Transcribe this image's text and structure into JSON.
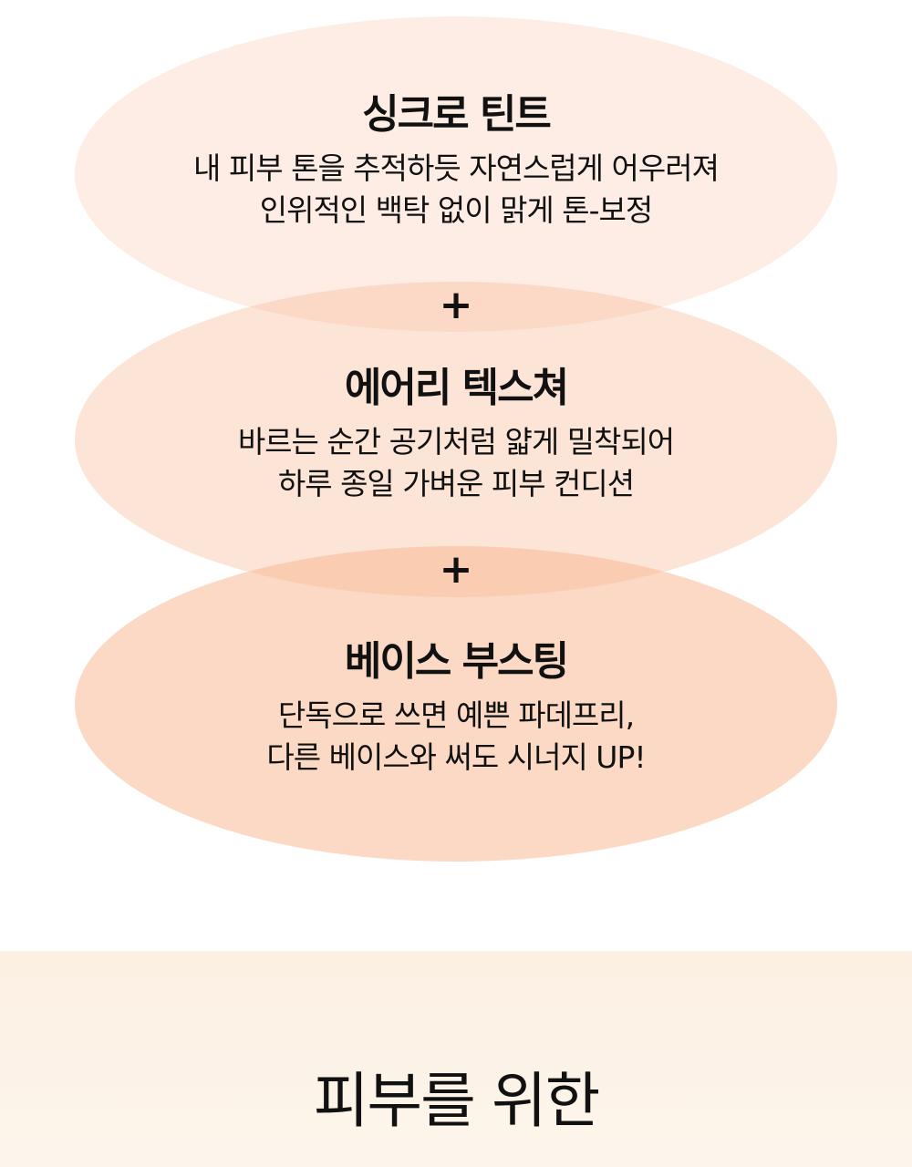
{
  "features": [
    {
      "title": "싱크로 틴트",
      "lines": [
        "내 피부 톤을 추적하듯 자연스럽게 어우러져",
        "인위적인 백탁 없이 맑게 톤-보정"
      ]
    },
    {
      "title": "에어리 텍스쳐",
      "lines": [
        "바르는 순간 공기처럼 얇게 밀착되어",
        "하루 종일 가벼운 피부 컨디션"
      ]
    },
    {
      "title": "베이스 부스팅",
      "lines": [
        "단독으로 쓰면 예쁜 파데프리,",
        "다른 베이스와 써도 시너지 UP!"
      ]
    }
  ],
  "separator": "+",
  "bottom": {
    "heading": "피부를 위한"
  },
  "colors": {
    "ellipse_light": "#fdeee6",
    "ellipse_mid": "#fce0d0",
    "ellipse_deep": "#fbd3bd",
    "bottom_bg": "#fcf0e2"
  }
}
